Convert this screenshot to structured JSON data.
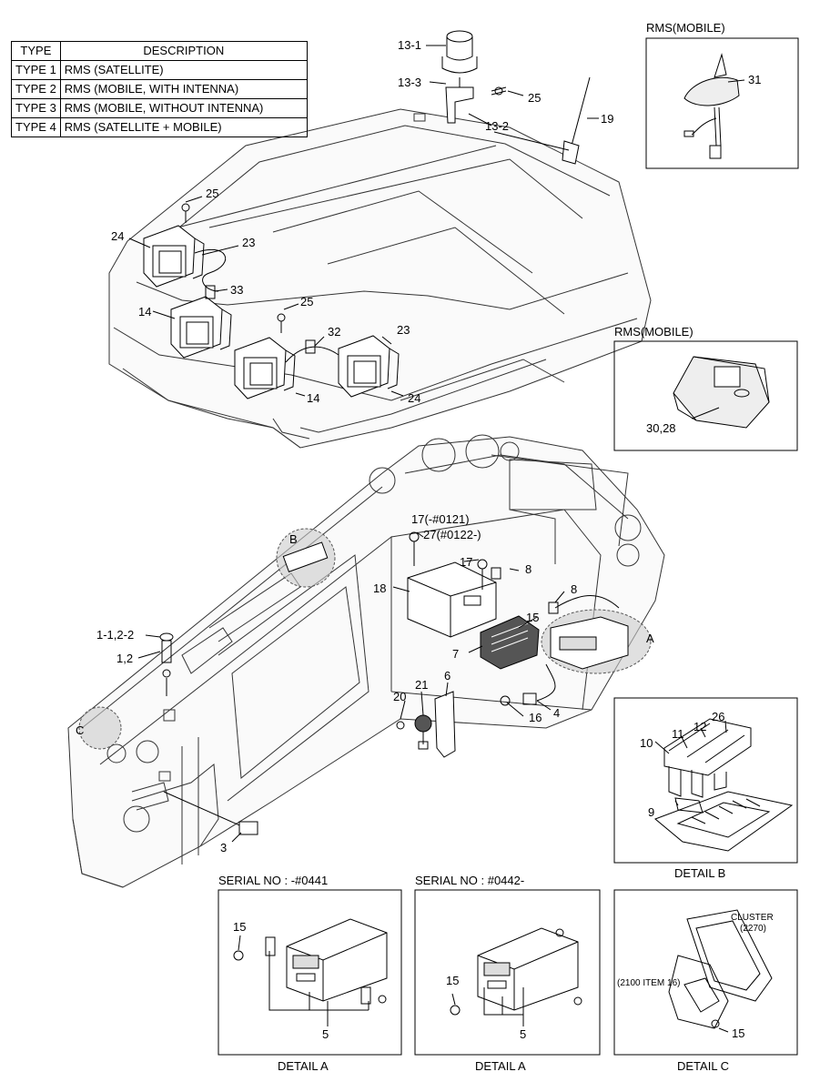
{
  "type_table": {
    "headers": [
      "TYPE",
      "DESCRIPTION"
    ],
    "rows": [
      [
        "TYPE 1",
        "RMS (SATELLITE)"
      ],
      [
        "TYPE 2",
        "RMS (MOBILE, WITH INTENNA)"
      ],
      [
        "TYPE 3",
        "RMS (MOBILE, WITHOUT INTENNA)"
      ],
      [
        "TYPE 4",
        "RMS (SATELLITE + MOBILE)"
      ]
    ]
  },
  "boxes": {
    "rms_mobile_1": "RMS(MOBILE)",
    "rms_mobile_2": "RMS(MOBILE)",
    "detail_b": "DETAIL B",
    "serial_1": "SERIAL NO : -#0441",
    "serial_2": "SERIAL NO : #0442-",
    "detail_a_1": "DETAIL A",
    "detail_a_2": "DETAIL A",
    "detail_c": "DETAIL C",
    "cluster": "CLUSTER",
    "cluster_no": "(2270)",
    "item16": "(2100 ITEM 16)"
  },
  "callouts": {
    "c13_1": "13-1",
    "c13_3": "13-3",
    "c25a": "25",
    "c13_2": "13-2",
    "c19": "19",
    "c31": "31",
    "c25b": "25",
    "c24a": "24",
    "c23a": "23",
    "c33": "33",
    "c14a": "14",
    "c25c": "25",
    "c32": "32",
    "c23b": "23",
    "c14b": "14",
    "c24b": "24",
    "c30_28": "30,28",
    "c17a": "17(-#0121)",
    "c27": "27(#0122-)",
    "cB": "B",
    "c17b": "17",
    "c8a": "8",
    "c18": "18",
    "c8b": "8",
    "c15a": "15",
    "cA": "A",
    "c7": "7",
    "c1_1": "1-1,2-2",
    "c1_2": "1,2",
    "c21": "21",
    "c6": "6",
    "c20": "20",
    "c16": "16",
    "c4": "4",
    "cC": "C",
    "c3": "3",
    "c26": "26",
    "c12": "12",
    "c11": "11",
    "c10": "10",
    "c9": "9",
    "c15b": "15",
    "c5a": "5",
    "c15c": "15",
    "c5b": "5",
    "c15d": "15"
  }
}
